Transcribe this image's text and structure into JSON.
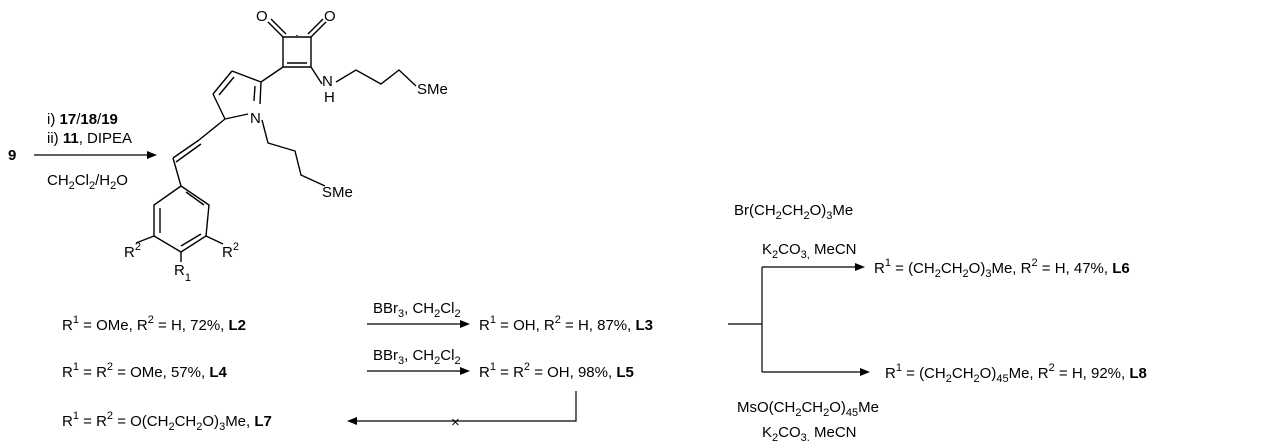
{
  "structure": {
    "atoms": {
      "o_left": "O",
      "o_right": "O",
      "nh_n": "N",
      "nh_h": "H",
      "pyrrole_n": "N",
      "sme_top": "SMe",
      "sme_bottom": "SMe",
      "r2_left": "R",
      "r2_left_sup": "2",
      "r2_right": "R",
      "r2_right_sup": "2",
      "r1": "R",
      "r1_sup": "1"
    }
  },
  "step1": {
    "start": "9",
    "reagent_line1_prefix": "i) ",
    "reagent_line1_bold": "17",
    "reagent_line1_sep1": "/",
    "reagent_line1_bold2": "18",
    "reagent_line1_sep2": "/",
    "reagent_line1_bold3": "19",
    "reagent_line2_prefix": "ii) ",
    "reagent_line2_bold": "11",
    "reagent_line2_suffix": ", DIPEA",
    "solvent": {
      "a": "CH",
      "a_sub": "2",
      "b": "Cl",
      "b_sub": "2",
      "c": "/H",
      "c_sub": "2",
      "d": "O"
    }
  },
  "products": {
    "l2": {
      "prefix": "R",
      "sup1": "1",
      "mid": " = OMe, R",
      "sup2": "2",
      "tail": " = H, 72%, ",
      "label": "L2"
    },
    "l3": {
      "prefix": "R",
      "sup1": "1",
      "mid": " = OH, R",
      "sup2": "2",
      "tail": " = H, 87%, ",
      "label": "L3"
    },
    "l4": {
      "prefix": "R",
      "sup1": "1",
      "mid": " = R",
      "sup2": "2",
      "tail": " = OMe, 57%, ",
      "label": "L4"
    },
    "l5": {
      "prefix": "R",
      "sup1": "1",
      "mid": " = R",
      "sup2": "2",
      "tail": " = OH, 98%, ",
      "label": "L5"
    },
    "l6": {
      "prefix": "R",
      "sup1": "1",
      "mid": " = (CH",
      "sub1": "2",
      "mid2": "CH",
      "sub2": "2",
      "mid3": "O)",
      "sub3": "3",
      "mid4": "Me, R",
      "sup2": "2",
      "tail": " = H, 47%, ",
      "label": "L6"
    },
    "l7": {
      "prefix": "R",
      "sup1": "1",
      "mid": " = R",
      "sup2": "2",
      "mid2": " = O(CH",
      "sub1": "2",
      "mid3": "CH",
      "sub2": "2",
      "mid4": "O)",
      "sub3": "3",
      "tail": "Me, ",
      "label": "L7"
    },
    "l8": {
      "prefix": "R",
      "sup1": "1",
      "mid": " = (CH",
      "sub1": "2",
      "mid2": "CH",
      "sub2": "2",
      "mid3": "O)",
      "sub3": "45",
      "mid4": "Me, R",
      "sup2": "2",
      "tail": " = H, 92%, ",
      "label": "L8"
    }
  },
  "reagents": {
    "bbr3_a": {
      "a": "BBr",
      "a_sub": "3",
      "b": ", CH",
      "b_sub": "2",
      "c": "Cl",
      "c_sub": "2"
    },
    "bbr3_b": {
      "a": "BBr",
      "a_sub": "3",
      "b": ", CH",
      "b_sub": "2",
      "c": "Cl",
      "c_sub": "2"
    },
    "peg3": {
      "a": "Br(CH",
      "a_sub": "2",
      "b": "CH",
      "b_sub": "2",
      "c": "O)",
      "c_sub": "3",
      "d": "Me"
    },
    "k2co3_top": {
      "a": "K",
      "a_sub": "2",
      "b": "CO",
      "b_sub": "3,",
      "c": " MeCN"
    },
    "peg45": {
      "a": "MsO(CH",
      "a_sub": "2",
      "b": "CH",
      "b_sub": "2",
      "c": "O)",
      "c_sub": "45",
      "d": "Me"
    },
    "k2co3_bottom": {
      "a": "K",
      "a_sub": "2",
      "b": "CO",
      "b_sub": "3,",
      "c": " MeCN"
    }
  },
  "failed_arrow_mark": "×"
}
